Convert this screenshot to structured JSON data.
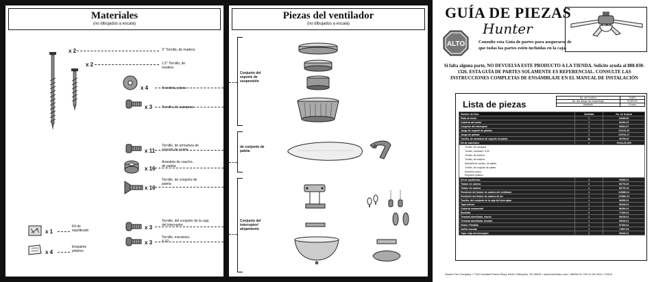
{
  "materials": {
    "title": "Materiales",
    "subtitle": "(no dibujados a escala)",
    "items": [
      {
        "qty": "x 2",
        "label": "3\" Tornillo, de madera"
      },
      {
        "qty": "x 2",
        "label": "1.5\" Tornillo, de madera"
      },
      {
        "qty": "x 4",
        "label": "Arandela, plana"
      },
      {
        "qty": "x 3",
        "label": "Tornillo, de campana"
      },
      {
        "qty": "x 11",
        "label": "Tornillo, de armadura de soporte de paleta"
      },
      {
        "qty": "x 16",
        "label": "Arandela de caucho, de paleta"
      },
      {
        "qty": "x 16",
        "label": "Tornillo, de conjunto de paleta"
      },
      {
        "qty": "x 3",
        "label": "Tornillo, del conjunto de la caja del interruptor"
      },
      {
        "qty": "x 3",
        "label": "Tornillo, mecánico, 6-32"
      },
      {
        "qty": "x 1",
        "label": "Kit de equilibrado"
      },
      {
        "qty": "x 4",
        "label": "Empalme plástico"
      }
    ]
  },
  "fan_parts": {
    "title": "Piezas del ventilador",
    "subtitle": "(no dibujados a escala)",
    "groups": [
      "Conjunto del soporte de suspensión",
      "de conjunto de paleta",
      "Conjunto del interruptor/ alojamiento"
    ]
  },
  "guide": {
    "title": "GUÍA DE PIEZAS",
    "brand": "Hunter",
    "stop_sign": "ALTO",
    "consult_text": "Consulte esta Guía de partes para asegurarse de que todas las partes estén incluidas en la caja.",
    "notice": "Si falta alguna parte, NO DEVUELVA ESTE PRODUCTO A LA TIENDA. Solicite ayuda al 888-830-1326. ESTA GUÍA DE PARTES SOLAMENTE ES REFERENCIAL. CONSULTE LAS INSTRUCCIONES COMPLETAS DE ENSAMBLAJE EN EL MANUAL DE INSTALACIÓN"
  },
  "parts_list": {
    "title": "Lista de piezas",
    "model_rows": [
      [
        "No. del modelo",
        "21863"
      ],
      [
        "No. del dibujo de ensamblaje",
        "97429-01"
      ],
      [
        "Acabado",
        "Cromo"
      ]
    ],
    "headers": [
      "Nombre del ítem",
      "Cantidad",
      "No. de la pieza"
    ],
    "rows": [
      [
        "Plato de techo",
        "1",
        "94269-00"
      ],
      [
        "Cubierta del motor",
        "1",
        "93430-02"
      ],
      [
        "Conjunto del interruptor",
        "1",
        "99613-67"
      ],
      [
        "Juego de soporte de paletas",
        "1",
        "121191-03"
      ],
      [
        "Juego de paletas",
        "1",
        "120761-17"
      ],
      [
        "Tornillo, de armadura de soporte de paleta",
        "11",
        "93759-00"
      ],
      [
        "Kit de materiales",
        "1",
        "97424-00-990"
      ]
    ],
    "kit_items": [
      "Tornillo, de campana",
      "Tornillo, mecánico, 6-32",
      "Tornillo, de madera",
      "Tornillo, de madera",
      "Arandela de caucho, de paleta",
      "Tornillo, de conjunto de paleta",
      "Arandela, plana",
      "Empalme plástico"
    ],
    "rows2": [
      [
        "Kit de equilibrado",
        "1",
        "99559-01"
      ],
      [
        "Tirador de cadena",
        "2",
        "83776-03"
      ],
      [
        "Tirador de cadena",
        "1",
        "83776-19"
      ],
      [
        "Pendiente del tirador de cadena del ventilador",
        "1",
        "120860-01"
      ],
      [
        "Pendiente del tirador de cadena de luz",
        "1",
        "120861-01"
      ],
      [
        "Tornillo, del conjunto de la caja del interruptor",
        "1",
        "98459-01"
      ],
      [
        "Tapa inferior",
        "1",
        "98349-02"
      ],
      [
        "Cubierta ornamental",
        "1",
        "86390-02"
      ],
      [
        "Bombilla",
        "2",
        "77699-04"
      ],
      [
        "Terminal atornillada, macho",
        "1",
        "98199-01"
      ],
      [
        "Terminal atornillada, hembra",
        "1",
        "98200-01"
      ],
      [
        "Globo / Pantalla",
        "1",
        "97453-01"
      ],
      [
        "Varilla roscada",
        "1",
        "74997-06"
      ],
      [
        "Tapa, Caja del interruptor",
        "1",
        "99042-01"
      ]
    ]
  },
  "footer": "Hunter Fan Company • 7130 Goodlett Farms Pkwy. #400 • Memphis, TN 38016 • www.hunterfan.com • 98090-01-726 01-06-2011 • ©2011"
}
